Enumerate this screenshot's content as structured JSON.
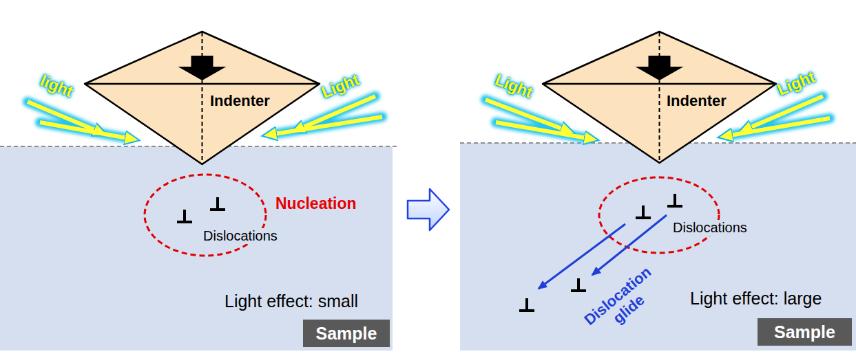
{
  "diagram": {
    "nodes": [
      {
        "text": [
          "Light effect: small"
        ]
      },
      {
        "text": [
          "Sample"
        ],
        "in": 0
      },
      {
        "text": [
          "Indenter"
        ]
      },
      {
        "text": [
          "Nucleation",
          "Dislocations"
        ],
        "in": 0
      },
      {
        "text": [
          "Light effect: large"
        ]
      },
      {
        "text": [
          "Sample"
        ],
        "in": 4
      },
      {
        "text": [
          "Indenter"
        ]
      },
      {
        "text": [
          "Dislocations"
        ],
        "in": 4
      }
    ],
    "edges": [
      {
        "from": 0,
        "to": 4,
        "arrow": "to"
      }
    ],
    "labels": [
      "light",
      "Light",
      "Light",
      "Light",
      "Dislocation glide"
    ]
  }
}
